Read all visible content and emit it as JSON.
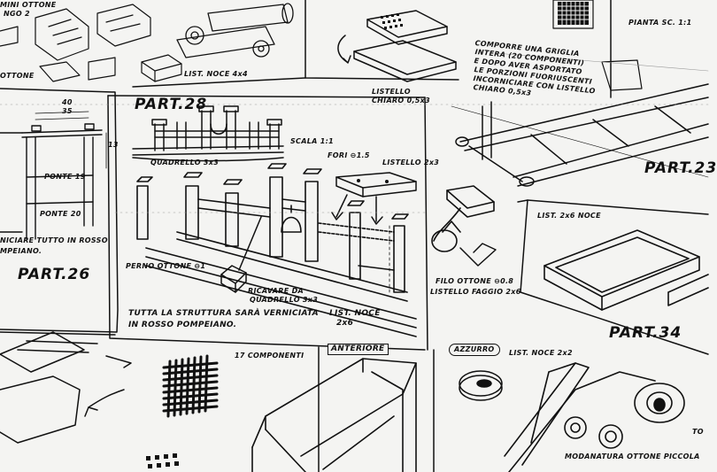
{
  "sheet": {
    "top_left": [
      "MINI OTTONE",
      "NGO 2"
    ],
    "top_left_sub": "OTTONE",
    "list_noce_4x4": "LIST. NOCE 4x4",
    "pianta": "PIANTA SC. 1:1",
    "comporre_note": [
      "COMPORRE UNA GRIGLIA",
      "INTERA (20 COMPONENTI)",
      "E DOPO AVER ASPORTATO",
      "LE PORZIONI FUORIUSCENTI",
      "INCORNICIARE CON LISTELLO",
      "CHIARO 0,5x3"
    ],
    "listello_chiaro": [
      "LISTELLO",
      "CHIARO 0,5x3"
    ],
    "part23": "PART.23",
    "part28": "PART.28",
    "scala": "SCALA 1:1",
    "quadrello": "QUADRELLO 3x3",
    "fori": "FORI ⊖1.5",
    "listello_2x3": "LISTELLO 2x3",
    "perno": "PERNO OTTONE ⊖1",
    "ricavare": [
      "RICAVARE DA",
      "QUADRELLO 3x3"
    ],
    "filo": "FILO OTTONE ⊖0.8",
    "listello_faggio": "LISTELLO FAGGIO 2x6",
    "list_noce_2x6": [
      "LIST. NOCE",
      "2x6"
    ],
    "struttura_note": [
      "TUTTA LA STRUTTURA SARÀ VERNICIATA",
      "IN ROSSO POMPEIANO."
    ],
    "dim_40": "40",
    "dim_35": "35",
    "dim_13": "13",
    "ponte19": "PONTE 19",
    "ponte20": "PONTE 20",
    "left_note": [
      "NICIARE TUTTO IN ROSSO",
      "MPEIANO."
    ],
    "part26": "PART.26",
    "list_2x6_noce": "LIST. 2x6 NOCE",
    "part34": "PART.34",
    "componenti": "17 COMPONENTI",
    "anteriore": "ANTERIORE",
    "azzurro": "AZZURRO",
    "list_noce_2x2": "LIST. NOCE 2x2",
    "modanatura": "MODANATURA OTTONE PICCOLA",
    "to": "TO"
  }
}
